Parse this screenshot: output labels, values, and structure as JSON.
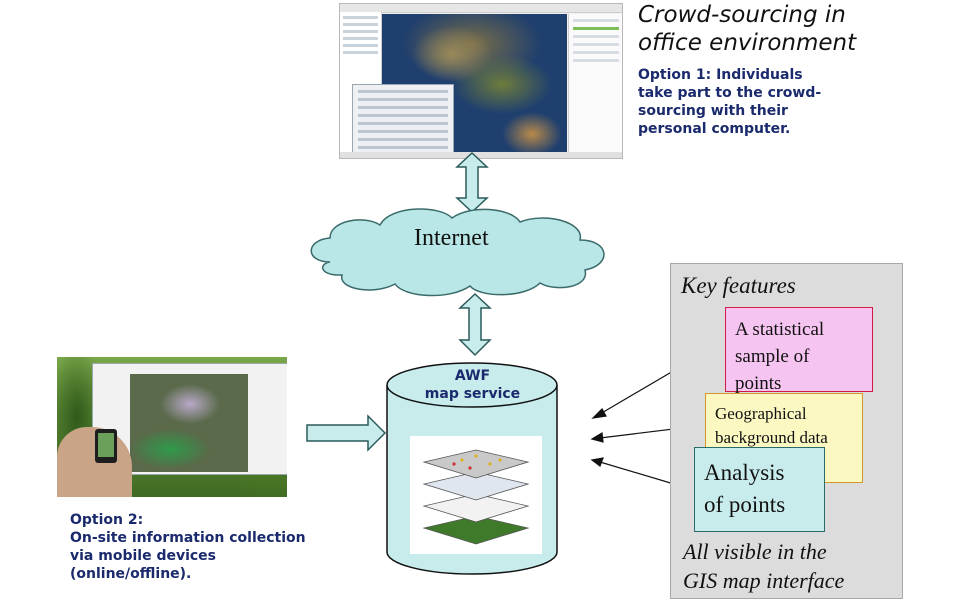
{
  "crowd_heading": [
    "Crowd-sourcing in",
    "office environment"
  ],
  "option1": [
    "Option 1: Individuals",
    "take part to the crowd-",
    "sourcing with their",
    "personal computer."
  ],
  "internet_label": "Internet",
  "awf_service": [
    "AWF",
    "map service"
  ],
  "key_features": {
    "title": "Key features",
    "box1": [
      "A statistical",
      "sample of",
      "points"
    ],
    "box2": [
      "Geographical",
      "background data"
    ],
    "box3": [
      "Analysis",
      "of points"
    ],
    "footer": [
      "All visible in the",
      "GIS map interface"
    ]
  },
  "option2": [
    "Option 2:",
    "On-site information collection",
    "via mobile devices",
    "(online/offline)."
  ],
  "colors": {
    "navy_text": "#1a2a6c",
    "cloud_fill": "#b9e6e6",
    "cylinder_fill": "#c8ecec",
    "box1_fill": "#f6c4f0",
    "box2_fill": "#fbf8c2",
    "box3_fill": "#c8ecec",
    "panel_fill": "#dcdcdc"
  }
}
